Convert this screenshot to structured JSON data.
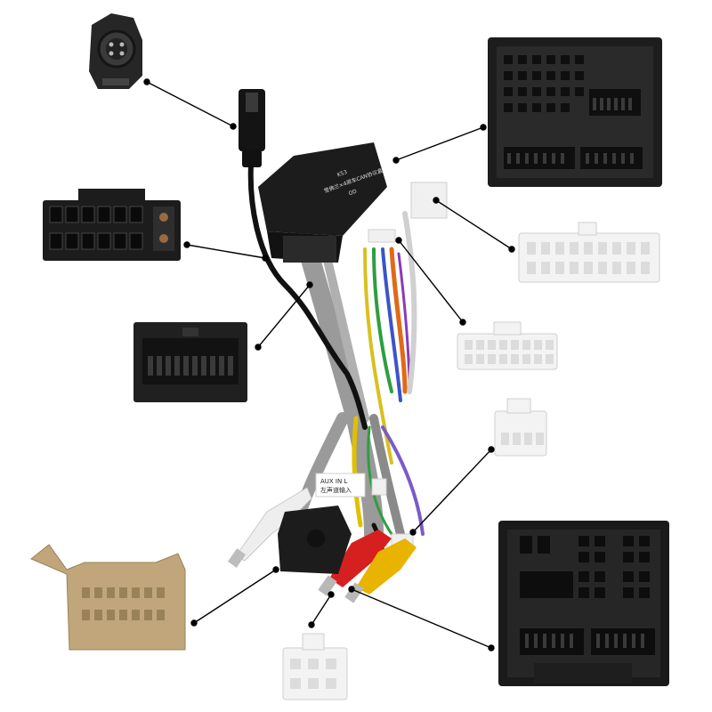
{
  "scene": {
    "subject": "car radio wiring harness with connectors",
    "background_color": "#ffffff",
    "callout_line_color": "#000000"
  },
  "box_label": {
    "line1": "K53",
    "line2": "雪佛兰×4原车CAN协议盒",
    "line3": "OD"
  },
  "tag_label": {
    "line1": "AUX IN L",
    "line2": "左声道输入"
  },
  "colors": {
    "black_connector": "#2a2a2a",
    "white_connector": "#f2f2f2",
    "tan_connector": "#c0a67a",
    "rca_white": "#eeeeee",
    "rca_red": "#d62020",
    "rca_yellow": "#e8b400",
    "wire_grey": "#9a9a9a"
  }
}
